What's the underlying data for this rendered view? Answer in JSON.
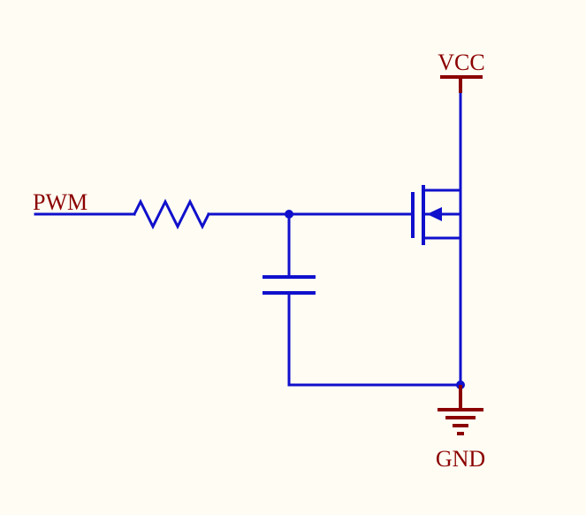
{
  "labels": {
    "pwm": "PWM",
    "vcc": "VCC",
    "gnd": "GND"
  },
  "colors": {
    "background": "#FFFDF3",
    "wire": "#1010CC",
    "power": "#8B0000"
  },
  "components": [
    "resistor",
    "capacitor",
    "n-channel-mosfet",
    "vcc-power-port",
    "ground-symbol"
  ]
}
